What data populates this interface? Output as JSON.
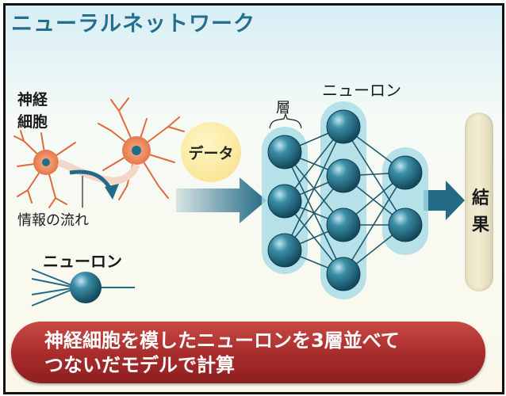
{
  "title": "ニューラルネットワーク",
  "labels": {
    "neuron_cell": "神経\n細胞",
    "info_flow": "情報の流れ",
    "neuron_symbol": "ニューロン",
    "data": "データ",
    "layer": "層",
    "neuron_top": "ニューロン",
    "result": "結\n果"
  },
  "caption": "神経細胞を模したニューロンを3層並べて\nつないだモデルで計算",
  "colors": {
    "title": "#256f8e",
    "node": "#1f6f88",
    "arrow": "#236a86",
    "banner": "#a82b2b",
    "data_bubble": "#f6df88"
  },
  "network": {
    "layers": [
      3,
      4,
      2
    ]
  }
}
